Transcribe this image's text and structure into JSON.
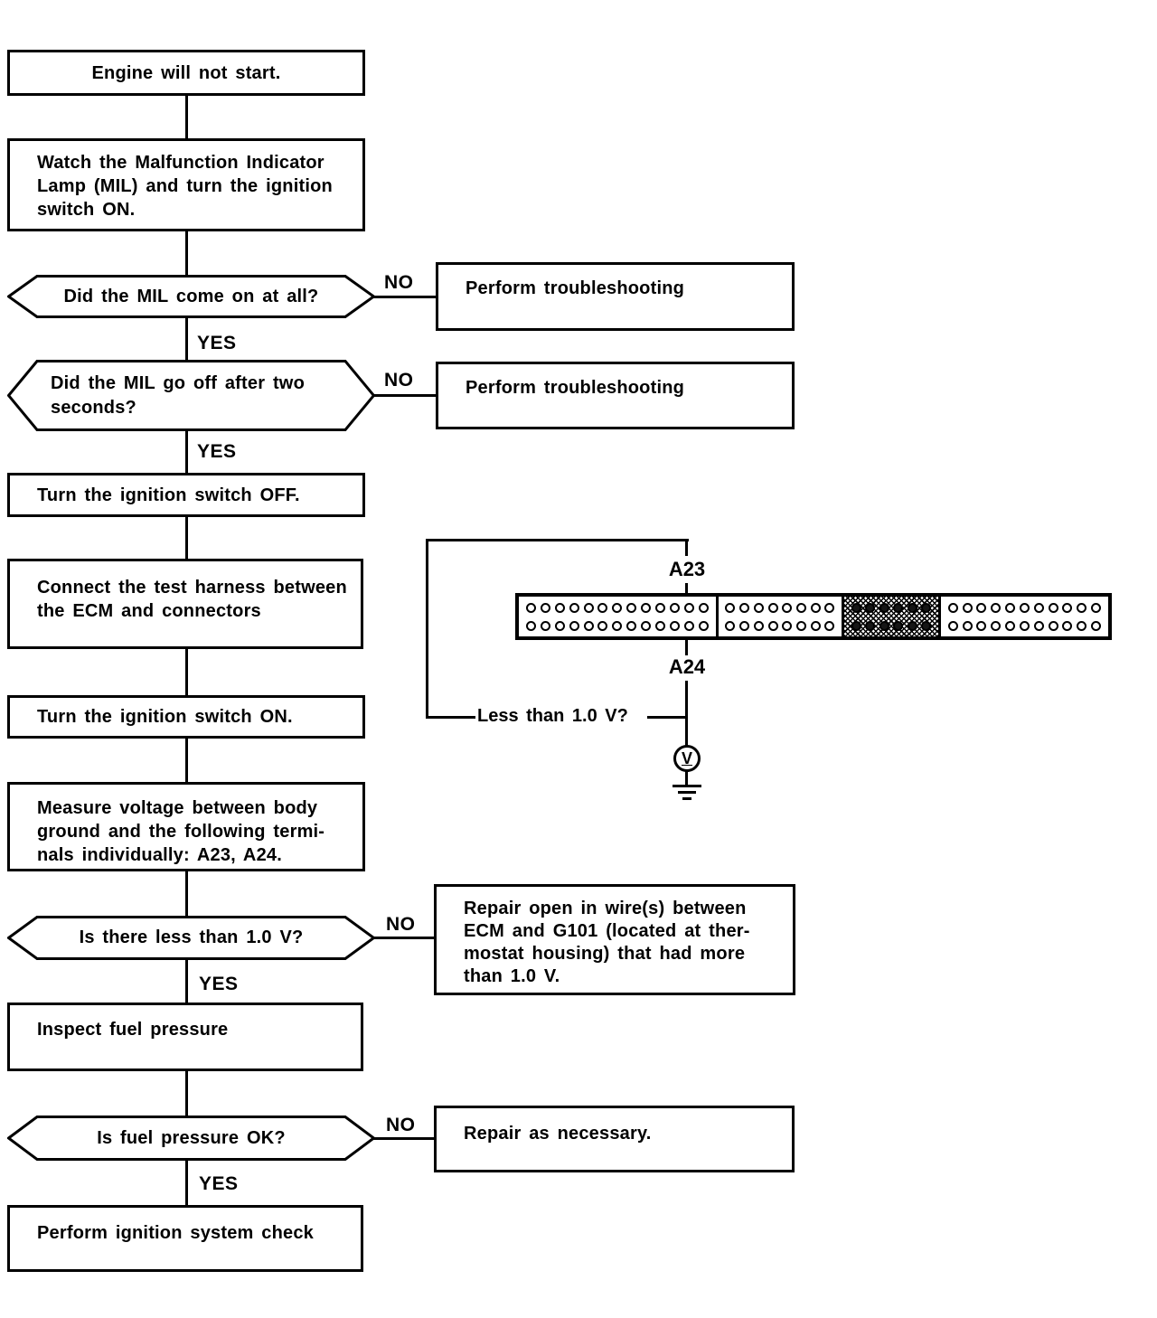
{
  "labels": {
    "yes": "YES",
    "no": "NO"
  },
  "flow": {
    "start": "Engine will not start.",
    "watch_mil": [
      "Watch the Malfunction Indicator",
      "Lamp (MIL) and turn the ignition",
      "switch ON."
    ],
    "q_mil_on": "Did the MIL come on at all?",
    "troubleshoot_mil_on": "Perform troubleshooting",
    "q_mil_off": [
      "Did the MIL go off after two",
      "seconds?"
    ],
    "troubleshoot_mil_off": "Perform troubleshooting",
    "ignition_off": "Turn the ignition switch OFF.",
    "connect_harness": [
      "Connect the test harness between",
      "the ECM and connectors"
    ],
    "ignition_on": "Turn the ignition switch ON.",
    "measure_voltage": [
      "Measure voltage between body",
      "ground and the following termi-",
      "nals individually: A23, A24."
    ],
    "q_less_1v": "Is there less than 1.0 V?",
    "repair_open": [
      "Repair open in wire(s) between",
      "ECM and G101 (located at ther-",
      "mostat housing) that had more",
      "than 1.0 V."
    ],
    "inspect_fuel": "Inspect fuel pressure",
    "q_fuel_ok": "Is fuel pressure OK?",
    "repair_necessary": "Repair as necessary.",
    "ignition_check": "Perform ignition system check"
  },
  "diagram": {
    "terminal_top": "A23",
    "terminal_bottom": "A24",
    "probe_question": "Less than 1.0 V?",
    "voltmeter_symbol": "V",
    "connector_sections": [
      {
        "pins_per_row": 13,
        "rows": 2,
        "shaded": false
      },
      {
        "pins_per_row": 8,
        "rows": 2,
        "shaded": false
      },
      {
        "pins_per_row": 6,
        "rows": 2,
        "shaded": true
      },
      {
        "pins_per_row": 11,
        "rows": 2,
        "shaded": false
      }
    ]
  },
  "colors": {
    "ink": "#000000",
    "paper": "#ffffff"
  }
}
